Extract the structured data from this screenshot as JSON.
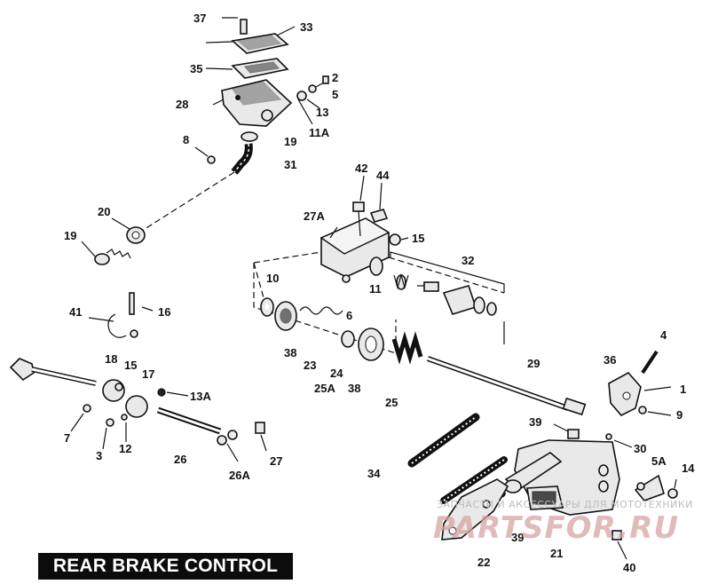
{
  "title": "REAR BRAKE CONTROL",
  "watermark": {
    "line1": "ЗАПЧАСТИ И АКСЕССУАРЫ ДЛЯ МОТОТЕХНИКИ",
    "line2": "PARTSFOR.RU"
  },
  "callouts": {
    "c37": "37",
    "c33": "33",
    "c35": "35",
    "c28": "28",
    "c2": "2",
    "c5": "5",
    "c13": "13",
    "c11A": "11A",
    "c8": "8",
    "c19a": "19",
    "c31": "31",
    "c20": "20",
    "c19b": "19",
    "c42": "42",
    "c44": "44",
    "c27A": "27A",
    "c15a": "15",
    "c32": "32",
    "c10": "10",
    "c11": "11",
    "c6": "6",
    "c41": "41",
    "c16": "16",
    "c38a": "38",
    "c23": "23",
    "c24": "24",
    "c25A": "25A",
    "c38b": "38",
    "c25": "25",
    "c29": "29",
    "c4": "4",
    "c36": "36",
    "c1": "1",
    "c9": "9",
    "c18": "18",
    "c15b": "15",
    "c17": "17",
    "c13A": "13A",
    "c7": "7",
    "c3": "3",
    "c12": "12",
    "c26": "26",
    "c26A": "26A",
    "c27": "27",
    "c39a": "39",
    "c30": "30",
    "c34": "34",
    "c5A": "5A",
    "c14": "14",
    "c39b": "39",
    "c21": "21",
    "c22": "22",
    "c40": "40"
  }
}
